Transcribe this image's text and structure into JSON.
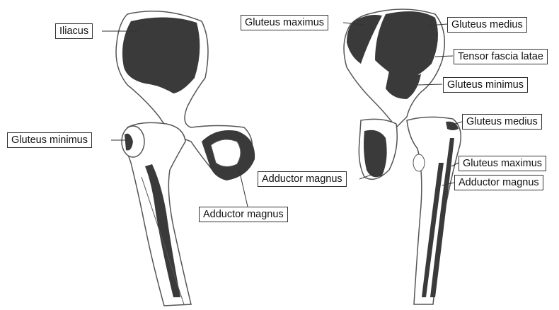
{
  "labels": {
    "iliacus": "Iliacus",
    "gluteus_minimus_left": "Gluteus minimus",
    "adductor_magnus_left": "Adductor magnus",
    "gluteus_maximus_top": "Gluteus maximus",
    "gluteus_medius_top": "Gluteus medius",
    "tensor_fascia_latae": "Tensor fascia latae",
    "gluteus_minimus_right": "Gluteus minimus",
    "gluteus_medius_right": "Gluteus medius",
    "adductor_magnus_mid": "Adductor magnus",
    "gluteus_maximus_right": "Gluteus maximus",
    "adductor_magnus_right": "Adductor magnus"
  },
  "colors": {
    "muscle_attachment": "#3a3a3a",
    "bone_outline": "#555555",
    "bone_fill": "#ffffff",
    "leader_line": "#333333"
  }
}
